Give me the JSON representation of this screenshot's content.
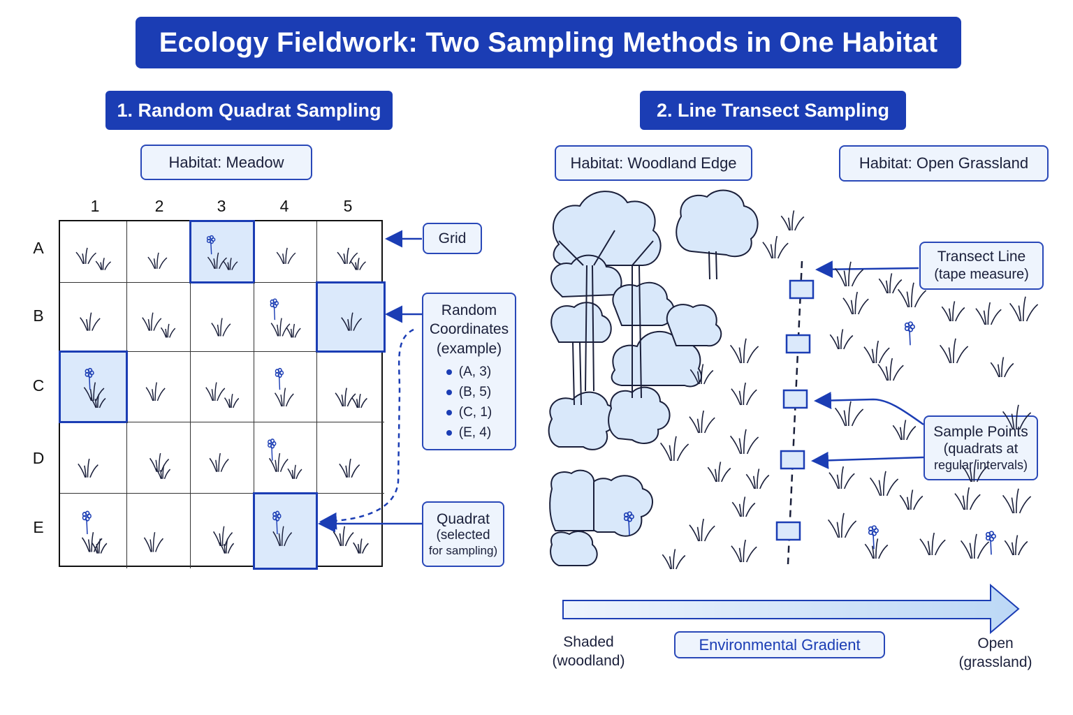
{
  "title": "Ecology Fieldwork: Two Sampling Methods in One Habitat",
  "quadrat": {
    "heading": "1. Random Quadrat Sampling",
    "habitat": "Habitat: Meadow",
    "columns": [
      "1",
      "2",
      "3",
      "4",
      "5"
    ],
    "rows": [
      "A",
      "B",
      "C",
      "D",
      "E"
    ],
    "selected_cells": [
      "A3",
      "B5",
      "C1",
      "E4"
    ],
    "flower_cells": [
      "A3",
      "B4",
      "C1",
      "C4",
      "D4",
      "E1",
      "E4"
    ],
    "grid_label": "Grid",
    "random_coords": {
      "title_line1": "Random",
      "title_line2": "Coordinates",
      "title_line3": "(example)",
      "items": [
        "(A, 3)",
        "(B, 5)",
        "(C, 1)",
        "(E, 4)"
      ]
    },
    "quadrat_label": {
      "line1": "Quadrat",
      "line2": "(selected",
      "line3": "for sampling)"
    }
  },
  "transect": {
    "heading": "2. Line Transect Sampling",
    "habitat_left": "Habitat: Woodland Edge",
    "habitat_right": "Habitat: Open Grassland",
    "transect_label": {
      "line1": "Transect Line",
      "line2": "(tape measure)"
    },
    "sample_label": {
      "line1": "Sample Points",
      "line2": "(quadrats at",
      "line3": "regular intervals)"
    },
    "sample_point_count": 5
  },
  "gradient": {
    "left_line1": "Shaded",
    "left_line2": "(woodland)",
    "center": "Environmental Gradient",
    "right_line1": "Open",
    "right_line2": "(grassland)"
  },
  "colors": {
    "primary": "#1b3db4",
    "light_fill": "#dbe9fb",
    "box_fill": "#eef4fd"
  }
}
